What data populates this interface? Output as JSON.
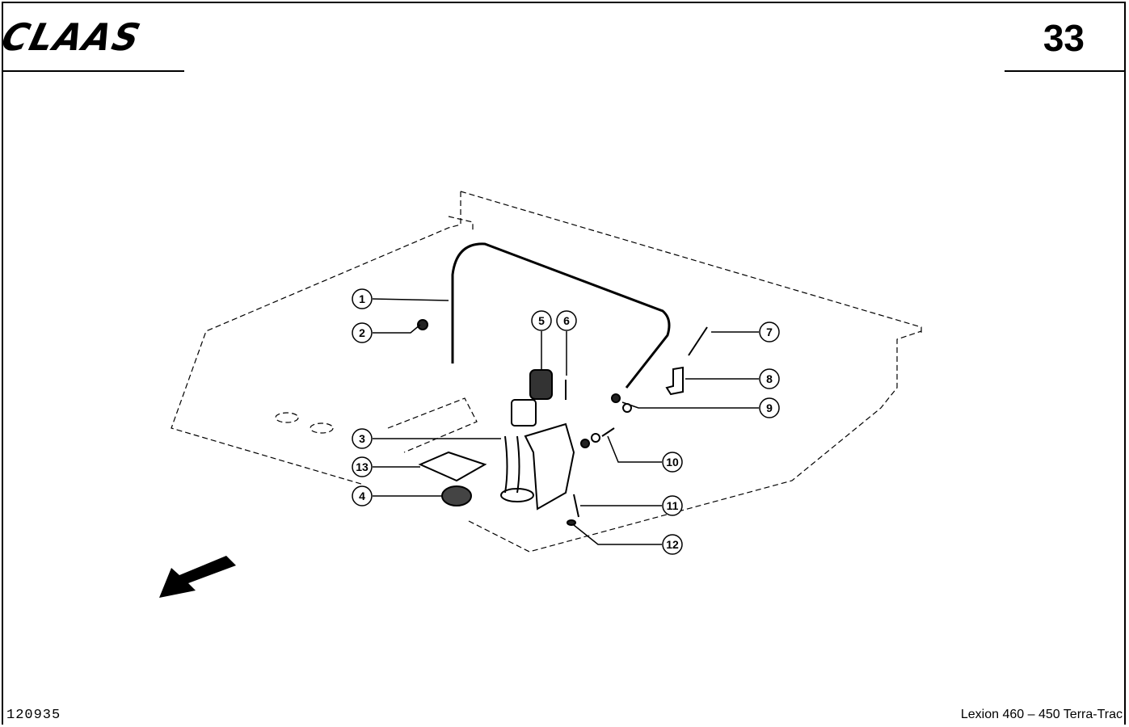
{
  "header": {
    "brand": "CLAAS",
    "page_number": "33"
  },
  "footer": {
    "drawing_number": "120935",
    "model": "Lexion 460 – 450 Terra-Trac"
  },
  "callouts": [
    "1",
    "2",
    "3",
    "4",
    "5",
    "6",
    "7",
    "8",
    "9",
    "10",
    "11",
    "12",
    "13"
  ]
}
